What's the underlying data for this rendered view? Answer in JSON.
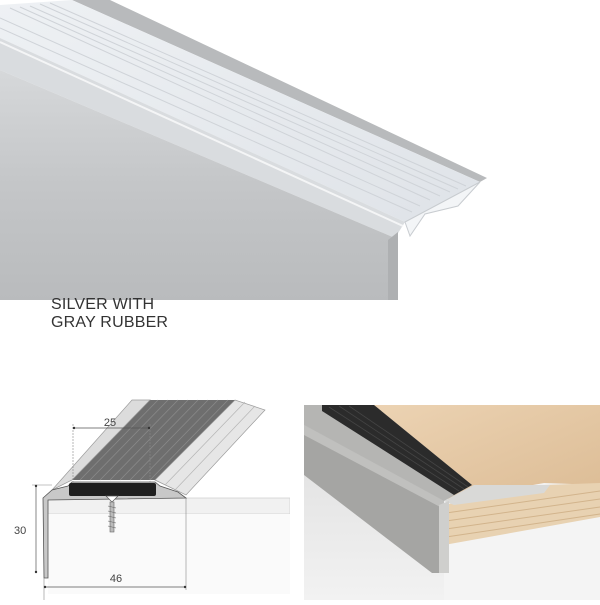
{
  "hero": {
    "alt": "Aluminium stair nosing profile, silver finish with gray rubber insert",
    "profile_color": "#c9cbcd",
    "insert_color": "#e4e8ee"
  },
  "caption": {
    "line1": "SILVER WITH",
    "line2": "GRAY RUBBER"
  },
  "diagram": {
    "alt": "Technical cross-section drawing of stair nosing with dimensions",
    "dimensions": {
      "tread_insert_width": "25",
      "height": "30",
      "depth": "46"
    },
    "insert_color": "#1f1f1f"
  },
  "photo": {
    "alt": "Stair nosing installed on wooden step edge with black rubber insert",
    "wood_color": "#e2c4a0",
    "rubber_color": "#2b2b2b",
    "metal_color": "#a5a5a3"
  }
}
